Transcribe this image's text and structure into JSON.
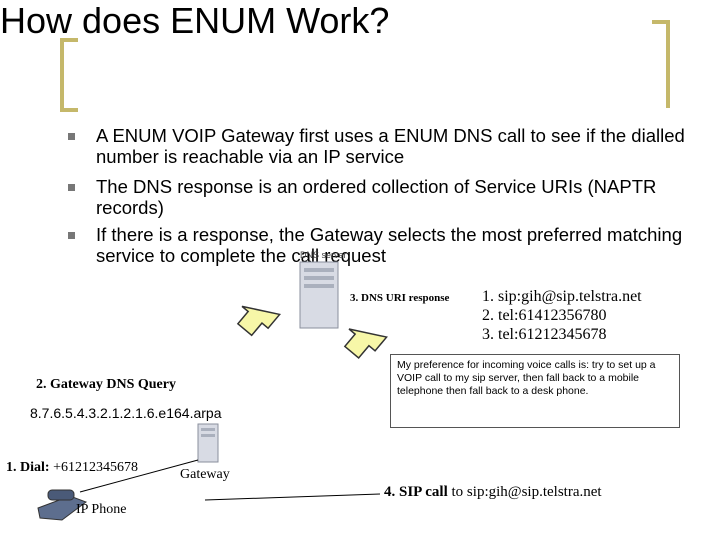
{
  "slide": {
    "title": "How does ENUM Work?",
    "bullets": [
      "A ENUM VOIP Gateway first uses a ENUM DNS call to see if the dialled number is reachable via an IP service",
      "The DNS response is an ordered collection of Service URIs (NAPTR records)",
      "If there is a response, the Gateway selects the most preferred matching service to complete the call request"
    ]
  },
  "diagram": {
    "dns_server_label": "DNS server",
    "step3_label": "3. DNS URI response",
    "uri_list": [
      "1. sip:gih@sip.telstra.net",
      "2. tel:61412356780",
      "3. tel:61212345678"
    ],
    "preference_note": "My preference for incoming voice calls is: try to set up a VOIP call to my sip server, then fall back to a mobile telephone then fall back to a desk phone.",
    "step2_label": "2. Gateway DNS Query",
    "enum_domain": "8.7.6.5.4.3.2.1.2.1.6.e164.arpa",
    "step1_prefix": "1. Dial:",
    "step1_number": "+61212345678",
    "gateway_label": "Gateway",
    "ip_phone_label": "IP Phone",
    "step4_prefix": "4. SIP call",
    "step4_suffix": "to sip:gih@sip.telstra.net"
  },
  "colors": {
    "bracket": "#c5b86a",
    "arrow_fill": "#f7f7a8",
    "arrow_stroke": "#333333"
  }
}
